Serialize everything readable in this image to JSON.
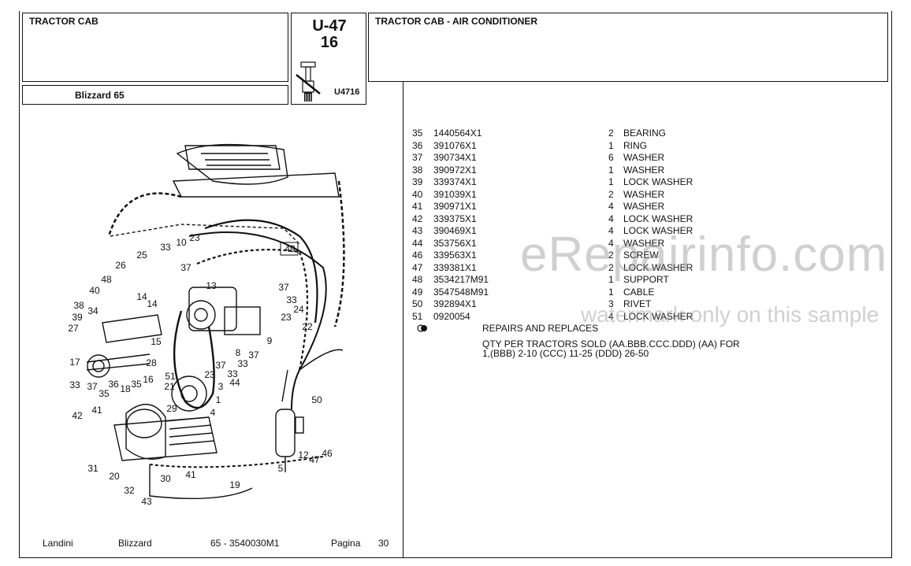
{
  "header": {
    "section_title": "TRACTOR CAB",
    "model": "Blizzard 65",
    "group_code": "U-47",
    "group_sub": "16",
    "figure_code": "U4716",
    "page_title": "TRACTOR CAB - AIR CONDITIONER"
  },
  "parts": [
    {
      "ref": "35",
      "part": "1440564X1",
      "qty": "2",
      "desc": "BEARING"
    },
    {
      "ref": "36",
      "part": "391076X1",
      "qty": "1",
      "desc": "RING"
    },
    {
      "ref": "37",
      "part": "390734X1",
      "qty": "6",
      "desc": "WASHER"
    },
    {
      "ref": "38",
      "part": "390972X1",
      "qty": "1",
      "desc": "WASHER"
    },
    {
      "ref": "39",
      "part": "339374X1",
      "qty": "1",
      "desc": "LOCK WASHER"
    },
    {
      "ref": "40",
      "part": "391039X1",
      "qty": "2",
      "desc": "WASHER"
    },
    {
      "ref": "41",
      "part": "390971X1",
      "qty": "4",
      "desc": "WASHER"
    },
    {
      "ref": "42",
      "part": "339375X1",
      "qty": "4",
      "desc": "LOCK WASHER"
    },
    {
      "ref": "43",
      "part": "390469X1",
      "qty": "4",
      "desc": "LOCK WASHER"
    },
    {
      "ref": "44",
      "part": "353756X1",
      "qty": "4",
      "desc": "WASHER"
    },
    {
      "ref": "46",
      "part": "339563X1",
      "qty": "2",
      "desc": "SCREW"
    },
    {
      "ref": "47",
      "part": "339381X1",
      "qty": "2",
      "desc": "LOCK WASHER"
    },
    {
      "ref": "48",
      "part": "3534217M91",
      "qty": "1",
      "desc": "SUPPORT"
    },
    {
      "ref": "49",
      "part": "3547548M91",
      "qty": "1",
      "desc": "CABLE"
    },
    {
      "ref": "50",
      "part": "392894X1",
      "qty": "3",
      "desc": "RIVET"
    },
    {
      "ref": "51",
      "part": "0920054",
      "qty": "4",
      "desc": "LOCK WASHER"
    }
  ],
  "notes": {
    "repairs": "REPAIRS AND REPLACES",
    "qty_line1": "QTY PER TRACTORS SOLD  (AA.BBB.CCC.DDD) (AA) FOR",
    "qty_line2": "1,(BBB) 2-10 (CCC) 11-25 (DDD) 26-50"
  },
  "footer": {
    "brand": "Landini",
    "series": "Blizzard",
    "doc": "65 - 3540030M1",
    "page_label": "Pagina",
    "page_num": "30"
  },
  "watermark": {
    "main": "eRepairinfo.com",
    "sub": "watermark only on this sample"
  },
  "diagram_callouts": [
    "49",
    "10",
    "23",
    "33",
    "25",
    "37",
    "26",
    "48",
    "13",
    "37",
    "40",
    "33",
    "38",
    "14",
    "14",
    "34",
    "39",
    "24",
    "27",
    "23",
    "22",
    "15",
    "9",
    "8",
    "17",
    "37",
    "28",
    "33",
    "16",
    "35",
    "18",
    "36",
    "37",
    "33",
    "44",
    "3",
    "51",
    "1",
    "29",
    "4",
    "50",
    "41",
    "42",
    "31",
    "20",
    "12",
    "47",
    "46",
    "30",
    "41",
    "5",
    "32",
    "43",
    "19",
    "21"
  ]
}
